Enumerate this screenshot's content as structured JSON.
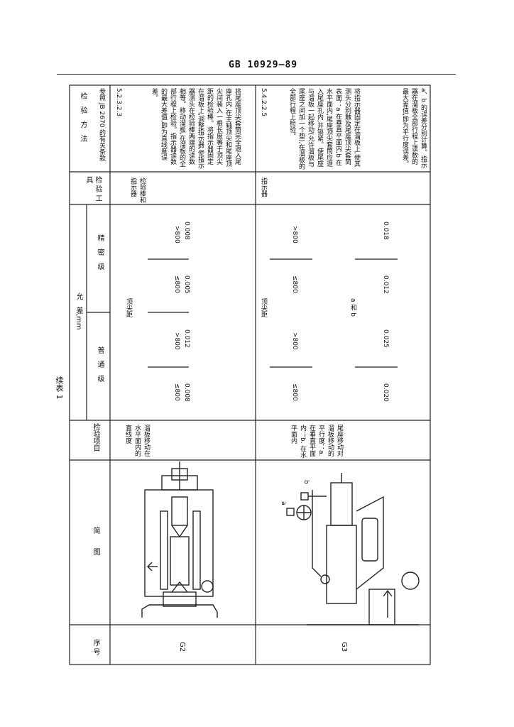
{
  "header": {
    "standard": "GB 10929—89"
  },
  "table_caption": "续表 1",
  "columns": {
    "seq": "序 号",
    "diagram": "简　　图",
    "item": "检验项目",
    "tolerance": "允　差,mm",
    "ordinary": "普　通　级",
    "precision": "精　密　级",
    "tool": "检 验 工 具",
    "method": "检　验　方　法",
    "method_ref": "参照 JB 2670 的有关条款"
  },
  "rows": [
    {
      "seq": "G2",
      "item": "溜板移动在水平面内的直线度",
      "distance_label": "顶尖距",
      "ordinary": [
        {
          "range": "≤800",
          "value": "0.008"
        },
        {
          "range": ">800",
          "value": "0.012"
        }
      ],
      "precision": [
        {
          "range": "≤800",
          "value": "0.005"
        },
        {
          "range": ">800",
          "value": "0.008"
        }
      ],
      "tool": "检验棒和指示器",
      "method_no": "5.2.3.2.3",
      "method": "将尾座顶尖套筒完全退入尾座孔内,在主轴顶尖和尾座顶尖间装入一根长度等于顶尖距的检验棒。将指示器固定在溜板上,调整指示器,使指示器测头在检验棒两端的读数相等。移动溜板,在溜板的全部行程上检验。指示器读数的最大差值,即为直线度误差。"
    },
    {
      "seq": "G3",
      "item": "尾座移动对溜板移动的平行度：a. 在垂直平面内；b. 在水平面内",
      "distance_label": "顶尖距",
      "ab_label": "a 和 b",
      "ordinary": [
        {
          "range": "≤800",
          "value": "0.020"
        },
        {
          "range": ">800",
          "value": "0.025"
        }
      ],
      "precision": [
        {
          "range": "≤800",
          "value": "0.012"
        },
        {
          "range": ">800",
          "value": "0.018"
        }
      ],
      "tool": "指示器",
      "method_no": "5.4.2.2.5",
      "method": "将指示器固定在溜板上,使其测头分别触及尾座顶尖套筒表面：a 在垂直平面内,b 在水平面内,尾座顶尖套筒应退入尾座孔内,并锁紧。使尾座与溜板一起移动(允许溜板与尾座之间加一个垫),在溜板的全部行程上检验。",
      "method_note": "a、b 的误差分别计算。指示器在溜板全部行程上读数的最大差值,即为平行度误差。",
      "diagram_labels": {
        "a": "a",
        "b": "b"
      }
    }
  ]
}
